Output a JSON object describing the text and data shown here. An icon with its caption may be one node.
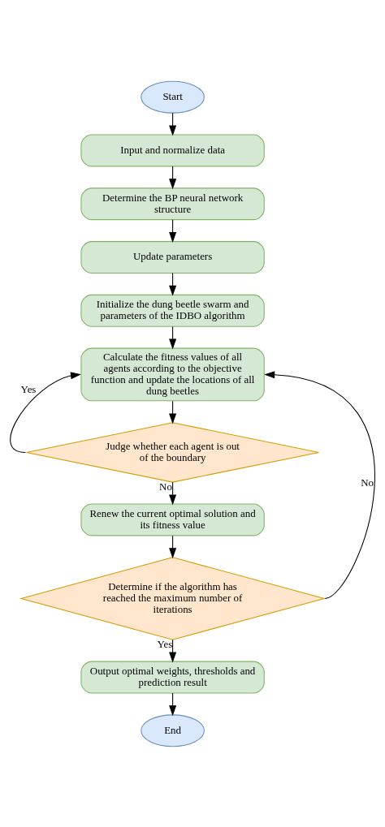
{
  "diagram": {
    "nodes": [
      {
        "text": [
          "Start"
        ]
      },
      {
        "text": [
          "Input and normalize data"
        ]
      },
      {
        "text": [
          "Determine the BP neural network structure"
        ]
      },
      {
        "text": [
          "Update parameters"
        ]
      },
      {
        "text": [
          "Initialize the dung beetle swarm and parameters of the IDBO algorithm"
        ]
      },
      {
        "text": [
          "Calculate the fitness values of all agents according to the objective function and update the locations of all dung beetles"
        ]
      },
      {
        "text": [
          "Judge whether each agent is out of the boundary"
        ]
      },
      {
        "text": [
          "Renew the current optimal solution and its fitness value"
        ]
      },
      {
        "text": [
          "Determine if the algorithm has reached the maximum number of iterations"
        ]
      },
      {
        "text": [
          "Output optimal weights, thresholds and prediction result"
        ]
      },
      {
        "text": [
          "End"
        ]
      }
    ],
    "edges": [
      {
        "from": 0,
        "to": 1,
        "arrow": "to"
      },
      {
        "from": 1,
        "to": 2,
        "arrow": "to"
      },
      {
        "from": 2,
        "to": 3,
        "arrow": "to"
      },
      {
        "from": 3,
        "to": 4,
        "arrow": "to"
      },
      {
        "from": 4,
        "to": 5,
        "arrow": "to"
      },
      {
        "from": 5,
        "to": 6,
        "arrow": "to"
      },
      {
        "from": 6,
        "to": 5,
        "arrow": "to",
        "label": "Yes"
      },
      {
        "from": 6,
        "to": 7,
        "arrow": "to",
        "label": "No"
      },
      {
        "from": 7,
        "to": 8,
        "arrow": "to"
      },
      {
        "from": 8,
        "to": 5,
        "arrow": "to",
        "label": "No"
      },
      {
        "from": 8,
        "to": 9,
        "arrow": "to",
        "label": "Yes"
      },
      {
        "from": 9,
        "to": 10,
        "arrow": "to"
      }
    ]
  }
}
